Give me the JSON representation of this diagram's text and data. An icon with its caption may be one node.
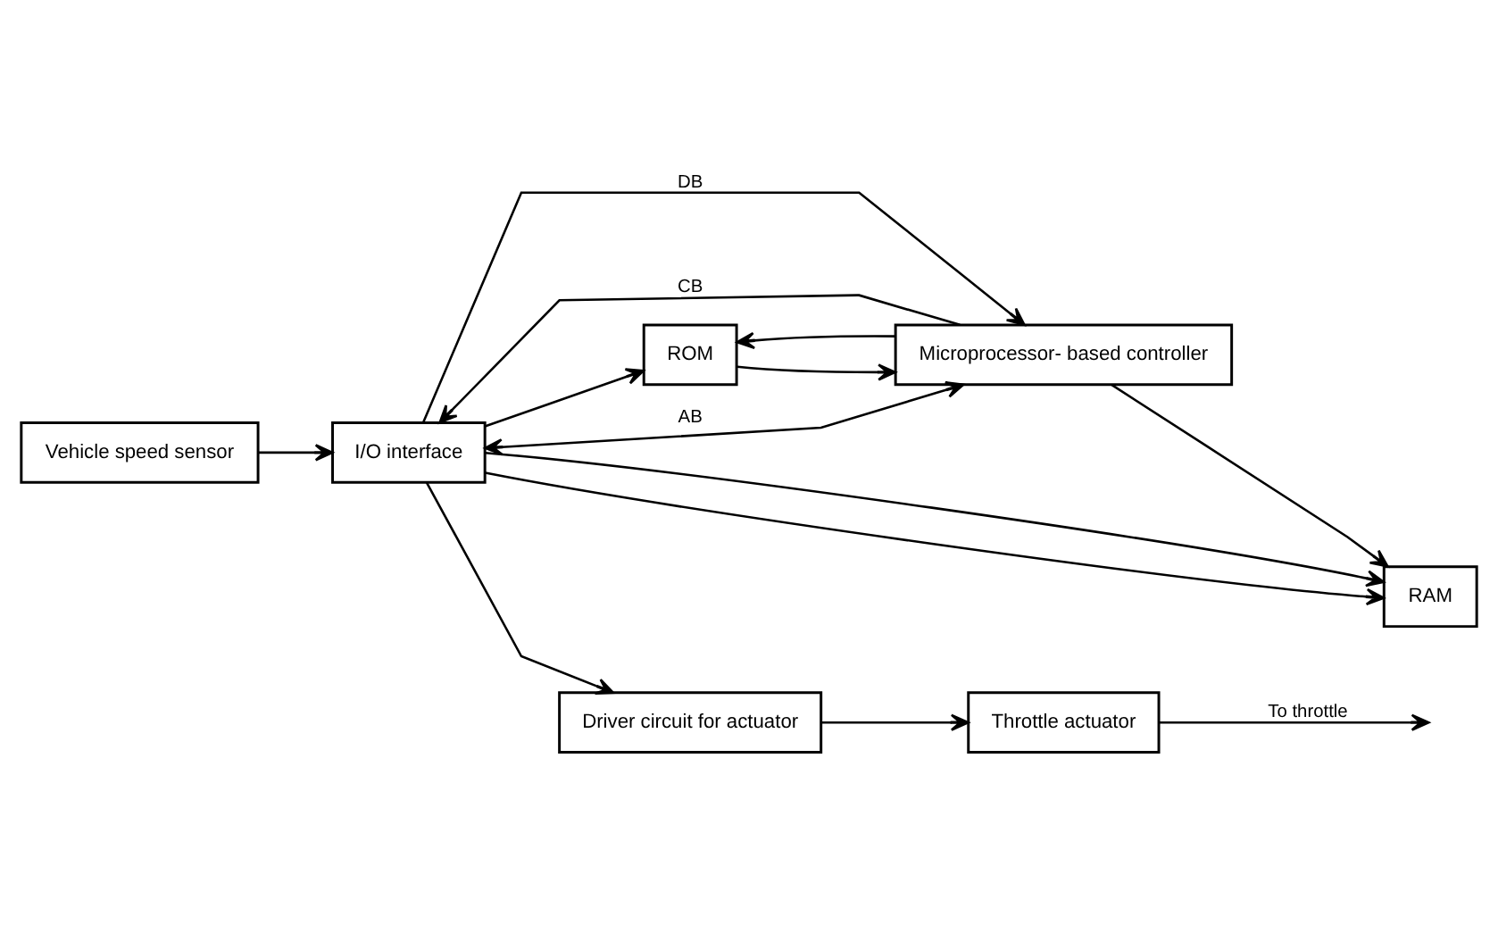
{
  "diagram": {
    "nodes": [
      {
        "text": [
          "Vehicle speed sensor"
        ]
      },
      {
        "text": [
          "I/O interface"
        ]
      },
      {
        "text": [
          "ROM"
        ]
      },
      {
        "text": [
          "RAM"
        ]
      },
      {
        "text": [
          "Microprocessor- based controller"
        ]
      },
      {
        "text": [
          "Driver circuit for actuator"
        ]
      },
      {
        "text": [
          "Throttle actuator"
        ]
      }
    ],
    "edges": [
      {
        "from": 0,
        "to": 1,
        "arrow": "to"
      },
      {
        "from": 1,
        "to": 4,
        "arrow": "both",
        "label": "AB"
      },
      {
        "from": 1,
        "to": 4,
        "arrow": "to",
        "label": "DB"
      },
      {
        "from": 4,
        "to": 1,
        "arrow": "to",
        "label": "CB"
      },
      {
        "from": 1,
        "to": 2,
        "arrow": "to"
      },
      {
        "from": 1,
        "to": 3,
        "arrow": "to"
      },
      {
        "from": 2,
        "to": 4,
        "arrow": "to"
      },
      {
        "from": 1,
        "to": 3,
        "arrow": "to"
      },
      {
        "from": 4,
        "to": 2,
        "arrow": "to"
      },
      {
        "from": 4,
        "to": 3,
        "arrow": "to"
      },
      {
        "from": 1,
        "to": 5,
        "arrow": "to"
      },
      {
        "from": 5,
        "to": 6,
        "arrow": "to"
      },
      {
        "from": 6,
        "to": null,
        "arrow": "to",
        "label": "To throttle"
      }
    ]
  }
}
